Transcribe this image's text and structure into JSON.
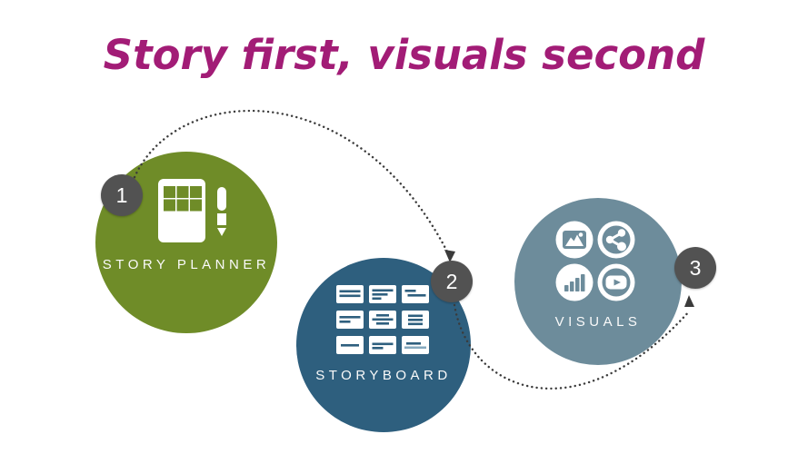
{
  "title": {
    "text": "Story first, visuals second",
    "color": "#A21C76"
  },
  "connector": {
    "color": "#3B3B3B",
    "style": "dotted-arc"
  },
  "badge": {
    "bg_color": "#525252",
    "text_color": "#FFFFFF"
  },
  "steps": [
    {
      "number": "1",
      "label": "STORY PLANNER",
      "circle_color": "#6F8C28",
      "icon": "story-planner-grid-and-pen-icon"
    },
    {
      "number": "2",
      "label": "STORYBOARD",
      "circle_color": "#2E5F7E",
      "accent_line_color": "#85A9BE",
      "icon": "storyboard-cards-grid-icon"
    },
    {
      "number": "3",
      "label": "VISUALS",
      "circle_color": "#6D8C9B",
      "icons": [
        "image-icon",
        "share-icon",
        "bar-chart-icon",
        "video-play-icon"
      ]
    }
  ]
}
